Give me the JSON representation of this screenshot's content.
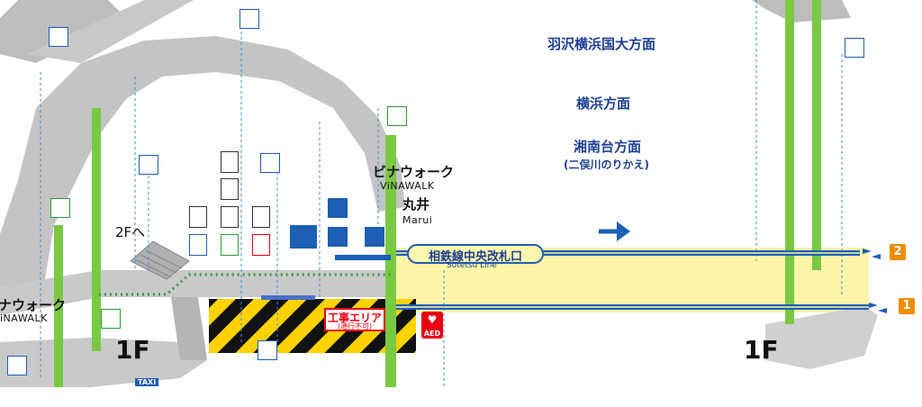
{
  "map": {
    "destinations": {
      "haneda_yokohama": "羽沢横浜国大方面",
      "yokohama": "横浜方面",
      "shonandai": "湘南台方面",
      "shonandai_sub": "(二俣川のりかえ)"
    },
    "facilities": {
      "vinawalk_jp": "ビナウォーク",
      "vinawalk_en": "ViNAWALK",
      "vinawalk_jp_left": "ナウォーク",
      "vinawalk_en_left": "iNAWALK",
      "marui_jp": "丸井",
      "marui_en": "Marui"
    },
    "floor_labels": {
      "left": "1F",
      "right": "1F",
      "to_2f": "2Fへ"
    },
    "gate": {
      "name_jp": "相鉄線中央改札口",
      "name_en": "Sotetsu Line"
    },
    "construction": {
      "label": "工事エリア",
      "sub": "(通行不可)"
    },
    "aed": "AED",
    "taxi": "TAXI",
    "tracks": {
      "track_2": "2",
      "track_1": "1"
    },
    "colors": {
      "line_blue": "#1c5fb4",
      "elevator_green": "#7ac943",
      "path_yellow": "#fff5a8",
      "structure_gray": "#bcbcbc",
      "hazard_yellow": "#ffd200",
      "alert_red": "#e60012",
      "track_orange": "#f08c00"
    },
    "icons": [
      "escalator-icon",
      "elevator-icon",
      "toilet-icon",
      "baby-room-icon",
      "wheelchair-icon",
      "aed-icon",
      "station-staff-icon",
      "ticket-machine-icon",
      "arrow-right-icon"
    ]
  }
}
